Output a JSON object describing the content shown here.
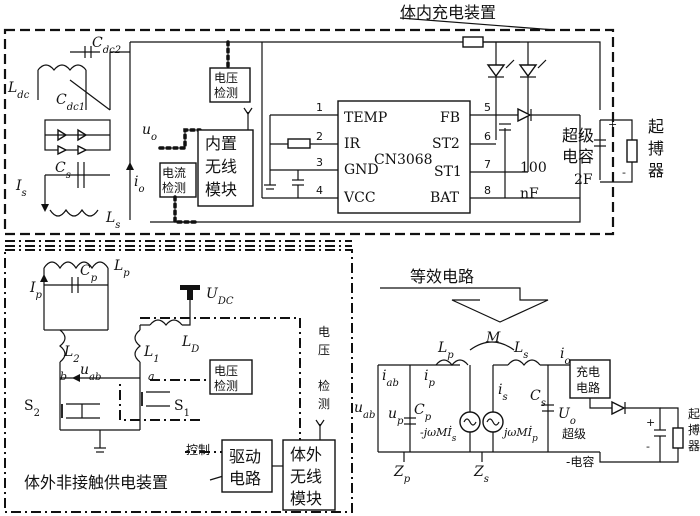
{
  "inner_device": {
    "title": "体内充电装置",
    "components": {
      "cdc2": "C",
      "cdc2_sub": "dc2",
      "cdc1": "C",
      "cdc1_sub": "dc1",
      "ldc": "L",
      "ldc_sub": "dc",
      "cs": "C",
      "cs_sub": "s",
      "is": "I",
      "is_sub": "s",
      "ls": "L",
      "ls_sub": "s",
      "io": "i",
      "io_sub": "o",
      "uo": "u",
      "uo_sub": "o"
    },
    "voltage_detect": [
      "电压",
      "检测"
    ],
    "current_detect": [
      "电流",
      "检测"
    ],
    "wireless_module": [
      "内置",
      "无线",
      "模块"
    ],
    "chip": {
      "name": "CN3068",
      "left_pins": [
        {
          "num": "1",
          "label": "TEMP"
        },
        {
          "num": "2",
          "label": "IR"
        },
        {
          "num": "3",
          "label": "GND"
        },
        {
          "num": "4",
          "label": "VCC"
        }
      ],
      "right_pins": [
        {
          "num": "5",
          "label": "FB"
        },
        {
          "num": "6",
          "label": "ST2"
        },
        {
          "num": "7",
          "label": "ST1"
        },
        {
          "num": "8",
          "label": "BAT"
        }
      ]
    },
    "cap_value": [
      "100",
      "nF"
    ],
    "supercap": [
      "超级",
      "电容",
      "2F"
    ],
    "pacemaker": [
      "起",
      "搏",
      "器"
    ],
    "plus": "+",
    "minus": "-"
  },
  "outer_device": {
    "title": "体外非接触供电装置",
    "components": {
      "lp": "L",
      "lp_sub": "p",
      "cp": "C",
      "cp_sub": "p",
      "ip": "I",
      "ip_sub": "p",
      "udc": "U",
      "udc_sub": "DC",
      "l2": "L",
      "l2_sub": "2",
      "l1": "L",
      "l1_sub": "1",
      "ld": "L",
      "ld_sub": "D",
      "uab": "u",
      "uab_sub": "ab",
      "node_a": "a",
      "node_b": "b",
      "s1": "S",
      "s1_sub": "1",
      "s2": "S",
      "s2_sub": "2"
    },
    "voltage_detect_side": [
      "电",
      "压",
      "检",
      "测"
    ],
    "voltage_detect_box": [
      "电压",
      "检测"
    ],
    "control": "控制",
    "driver": [
      "驱动",
      "电路"
    ],
    "wireless_module": [
      "体外",
      "无线",
      "模块"
    ]
  },
  "equivalent": {
    "title": "等效电路",
    "mutual": "M",
    "lp": "L",
    "lp_sub": "p",
    "ls": "L",
    "ls_sub": "s",
    "io": "i",
    "io_sub": "o",
    "iab": "i",
    "iab_sub": "ab",
    "ip": "i",
    "ip_sub": "p",
    "is": "i",
    "is_sub": "s",
    "uab": "u",
    "uab_sub": "ab",
    "up": "u",
    "up_sub": "p",
    "cp": "C",
    "cp_sub": "p",
    "cs": "C",
    "cs_sub": "s",
    "uo": "U",
    "uo_sub": "o",
    "src_p": "-jωMİ",
    "src_p_sub": "s",
    "src_s": "jωMİ",
    "src_s_sub": "p",
    "zp": "Z",
    "zp_sub": "p",
    "zs": "Z",
    "zs_sub": "s",
    "charger": [
      "充电",
      "电路"
    ],
    "supercap": [
      "超级",
      "-电容"
    ],
    "pacemaker": [
      "起",
      "搏",
      "器"
    ],
    "plus": "+",
    "minus": "-"
  }
}
